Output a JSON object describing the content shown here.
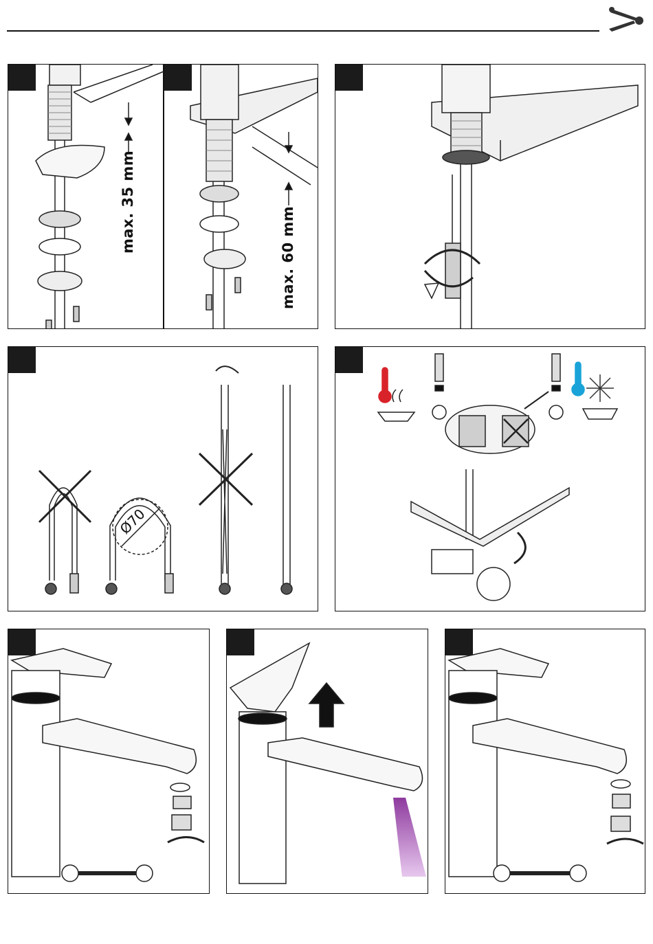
{
  "header": {
    "icon": "wrench-screwdriver-icon"
  },
  "panels": {
    "top_left_a": {
      "label": "max. 35 mm"
    },
    "top_left_b": {
      "label": "max. 60 mm"
    },
    "hoses": {
      "diameter_label": "Ø70"
    }
  }
}
